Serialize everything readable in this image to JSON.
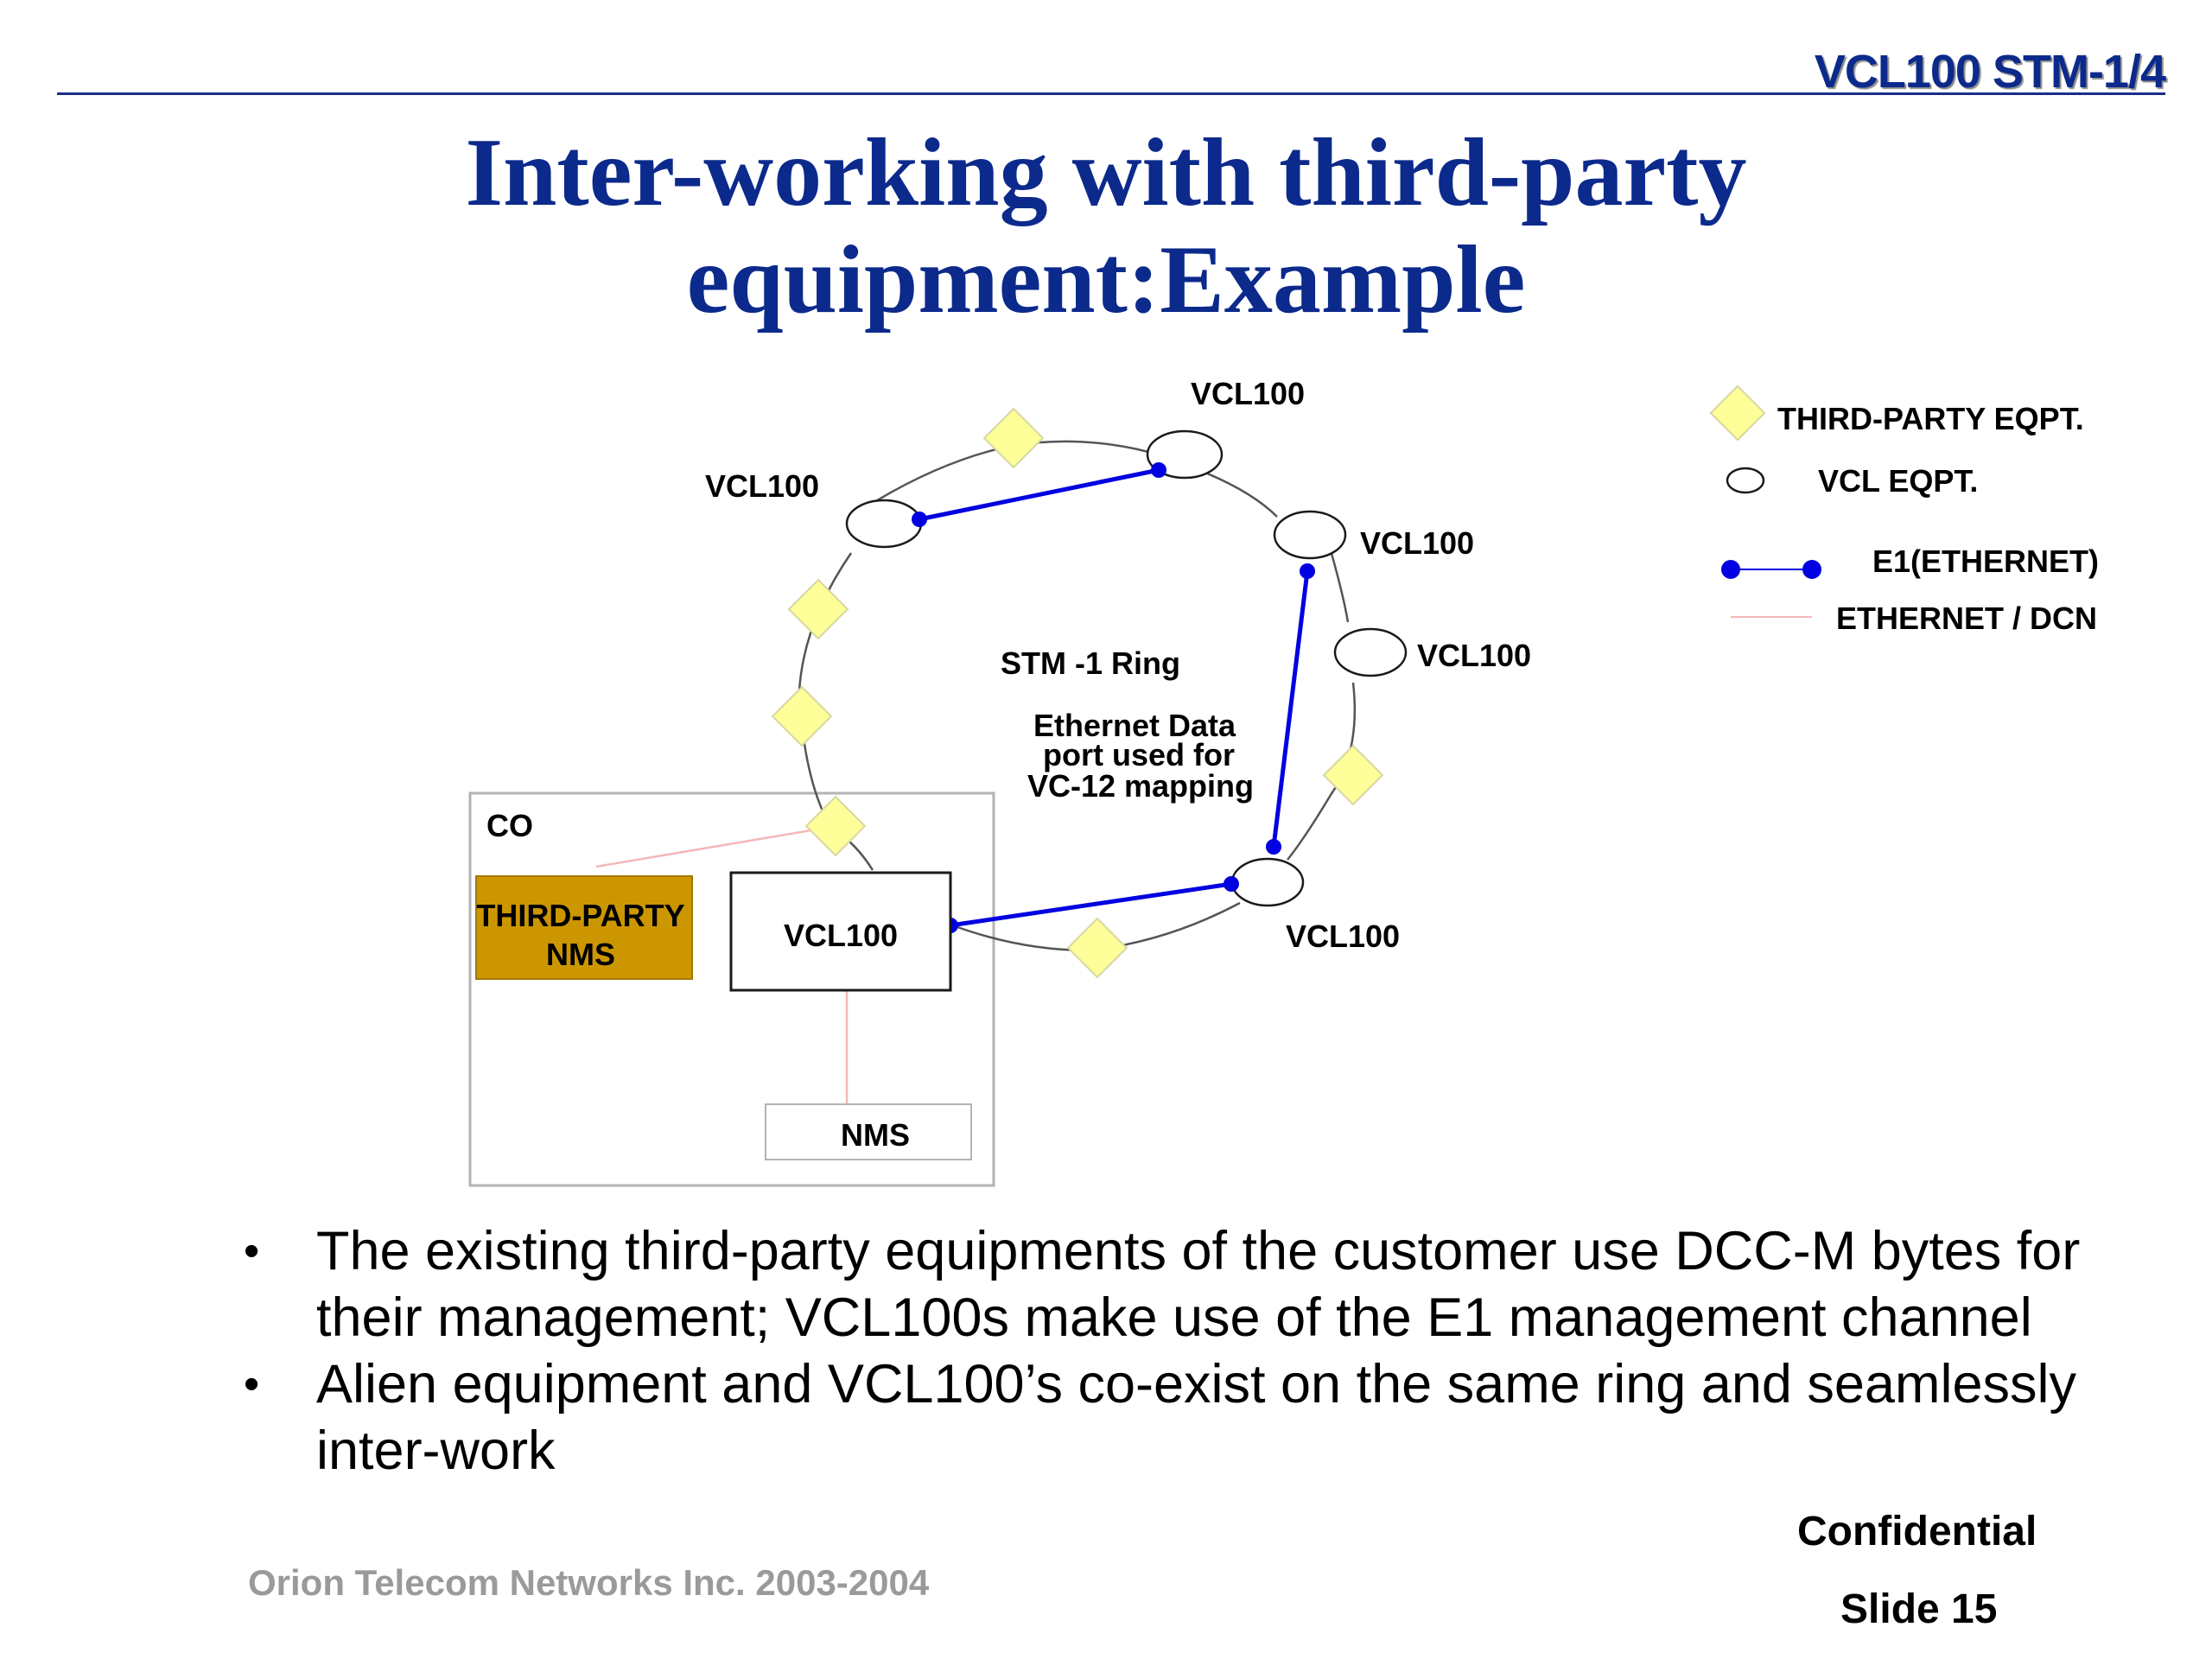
{
  "header": {
    "tag": "VCL100 STM-1/4"
  },
  "title": {
    "line1": "Inter-working with third-party",
    "line2": "equipment:Example"
  },
  "diagram": {
    "node_labels": {
      "top": "VCL100",
      "upper_left": "VCL100",
      "right_upper": "VCL100",
      "right_middle": "VCL100",
      "bottom_right": "VCL100",
      "co_box": "VCL100"
    },
    "ring_label": "STM -1 Ring",
    "ethernet_note": {
      "line1": "Ethernet Data",
      "line2": "port used for",
      "line3": "VC-12 mapping"
    },
    "co": {
      "label": "CO",
      "third_party_nms": {
        "line1": "THIRD-PARTY",
        "line2": "NMS"
      },
      "nms_label": "NMS"
    },
    "legend": {
      "third_party": "THIRD-PARTY EQPT.",
      "vcl_eqpt": "VCL EQPT.",
      "e1": "E1(ETHERNET)",
      "ethernet_dcn": "ETHERNET / DCN"
    },
    "colors": {
      "third_party_fill": "#ffff99",
      "e1_link": "#0000e0",
      "dcn_link": "#f4b8b8",
      "nms_box": "#cc9600"
    }
  },
  "bullets": [
    "The existing third-party equipments of the customer use DCC-M bytes for their management; VCL100s make use of the E1 management channel",
    "Alien equipment and VCL100’s co-exist on the same ring and seamlessly inter-work"
  ],
  "footer": {
    "company": "Orion Telecom Networks Inc. 2003-2004",
    "confidential": "Confidential",
    "slide": "Slide 15"
  }
}
